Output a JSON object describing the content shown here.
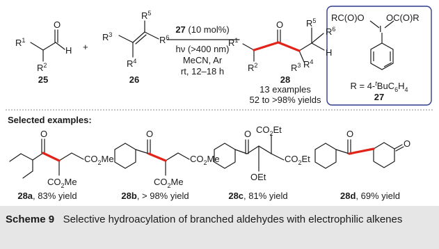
{
  "reaction": {
    "reagent_line1": "27 (10 mol%)",
    "reagent_line2": "hν (>400 nm)",
    "reagent_line3": "MeCN, Ar",
    "reagent_line4": "rt, 12–18 h",
    "aldehyde_label": "25",
    "alkene_label": "26",
    "product_label": "28",
    "examples_count": "13 examples",
    "yield_range": "52 to >98% yields",
    "catalyst_label": "27",
    "catalyst_r_def": "R = 4-tBuC6H4"
  },
  "selected_examples_heading": "Selected examples:",
  "examples": [
    {
      "id": "28a",
      "yield": ", 83% yield"
    },
    {
      "id": "28b",
      "yield": ", > 98% yield"
    },
    {
      "id": "28c",
      "yield": ", 81% yield"
    },
    {
      "id": "28d",
      "yield": ", 69% yield"
    }
  ],
  "caption": {
    "label": "Scheme 9",
    "text": "Selective hydroacylation of branched aldehydes with electrophilic alkenes"
  },
  "colors": {
    "new_bond": "#e2231a",
    "catalyst_box": "#2e3a8c",
    "caption_bg": "#e6e6e7"
  }
}
